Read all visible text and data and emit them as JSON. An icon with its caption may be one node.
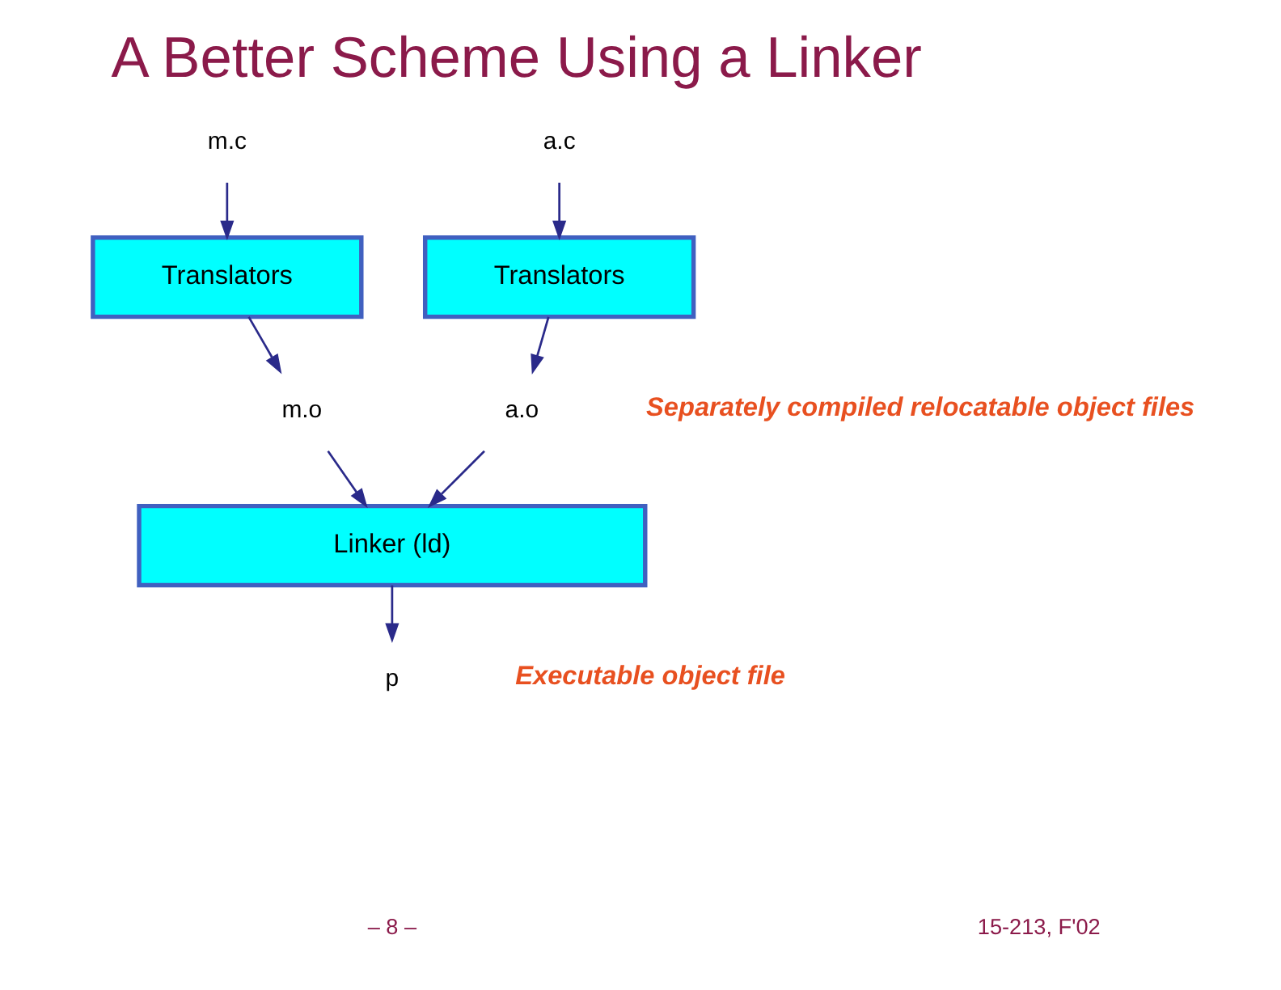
{
  "diagram": {
    "title": "A Better Scheme Using a Linker",
    "nodes": [
      {
        "text": [
          "m.c"
        ]
      },
      {
        "text": [
          "a.c"
        ]
      },
      {
        "text": [
          "Translators"
        ]
      },
      {
        "text": [
          "Translators"
        ]
      },
      {
        "text": [
          "m.o"
        ]
      },
      {
        "text": [
          "a.o"
        ]
      },
      {
        "text": [
          "Linker (ld)"
        ]
      },
      {
        "text": [
          "p"
        ]
      }
    ],
    "edges": [
      {
        "from": 0,
        "to": 2,
        "arrow": "to"
      },
      {
        "from": 1,
        "to": 3,
        "arrow": "to"
      },
      {
        "from": 2,
        "to": 4,
        "arrow": "to"
      },
      {
        "from": 3,
        "to": 5,
        "arrow": "to"
      },
      {
        "from": 4,
        "to": 6,
        "arrow": "to"
      },
      {
        "from": 5,
        "to": 6,
        "arrow": "to"
      },
      {
        "from": 6,
        "to": 7,
        "arrow": "to"
      }
    ],
    "labels": [
      "Separately compiled relocatable object files",
      "Executable object file",
      "– 8 –",
      "15-213, F'02"
    ]
  }
}
